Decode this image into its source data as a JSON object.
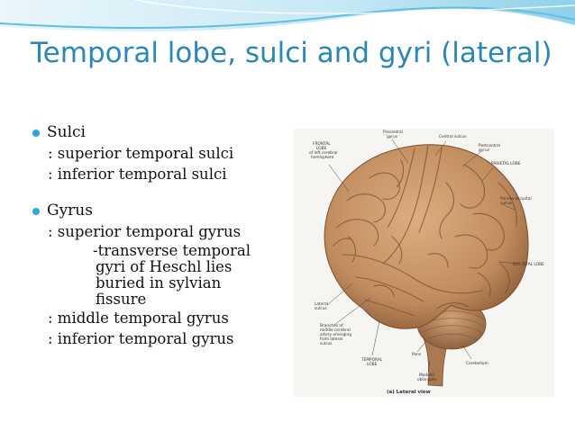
{
  "slide": {
    "title": "Temporal lobe, sulci and gyri (lateral)",
    "sections": [
      {
        "heading": "Sulci",
        "items": [
          ": superior temporal sulci",
          ": inferior temporal sulci"
        ]
      },
      {
        "heading": "Gyrus",
        "items": [
          ": superior temporal gyrus",
          ": middle temporal gyrus",
          ": inferior temporal gyrus"
        ],
        "note_lines": [
          "-transverse temporal",
          "gyri of Heschl lies",
          "buried in sylvian",
          "fissure"
        ]
      }
    ]
  },
  "figure": {
    "labels": {
      "frontal_1": "FRONTAL",
      "frontal_2": "LOBE",
      "frontal_3": "of left cerebral",
      "frontal_4": "hemisphere",
      "precentral_1": "Precentral",
      "precentral_2": "gyrus",
      "central": "Central sulcus",
      "postcentral_1": "Postcentral",
      "postcentral_2": "gyrus",
      "parietal": "PARIETAL LOBE",
      "pareto_1": "Parieto-occipital",
      "pareto_2": "sulcus",
      "occipital": "OCCIPITAL LOBE",
      "lateral_1": "Lateral",
      "lateral_2": "sulcus",
      "branches_1": "Branches of",
      "branches_2": "middle cerebral",
      "branches_3": "artery emerging",
      "branches_4": "from lateral",
      "branches_5": "sulcus",
      "temporal_1": "TEMPORAL",
      "temporal_2": "LOBE",
      "pons": "Pons",
      "medulla_1": "Medulla",
      "medulla_2": "oblongata",
      "cerebellum": "Cerebellum",
      "view": "(a) Lateral view"
    },
    "colors": {
      "brain": "#c79668",
      "brain_dark": "#9a6a43",
      "sulci": "#7a4e2e"
    }
  }
}
